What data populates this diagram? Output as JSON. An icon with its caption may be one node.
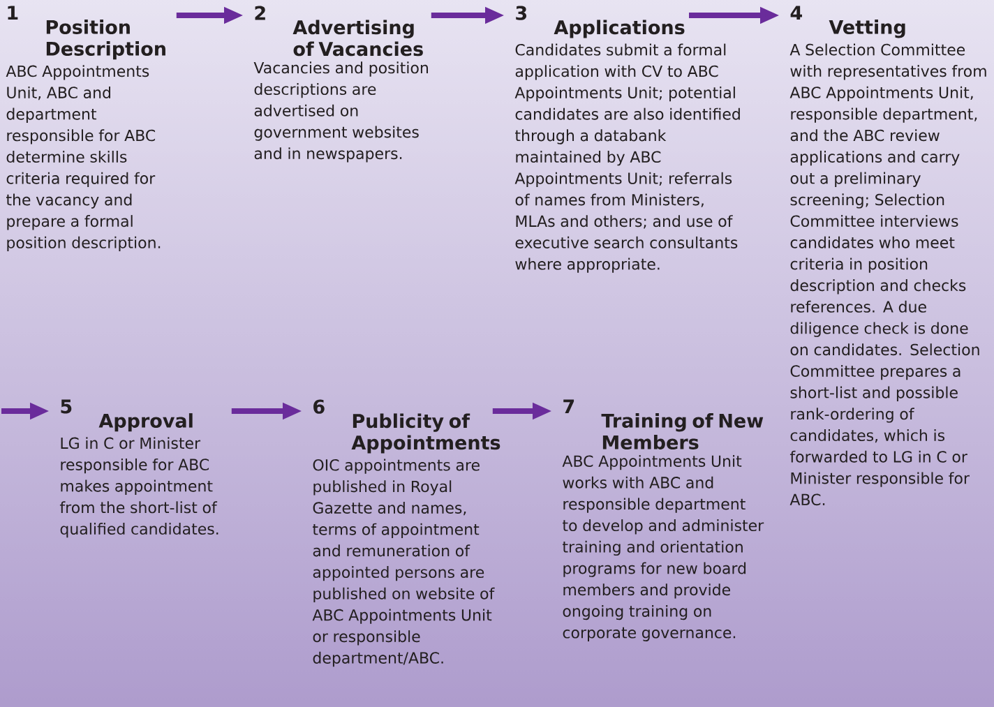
{
  "diagram": {
    "nodes": [
      {
        "text": [
          "1",
          "Position Description",
          "ABC Appointments Unit, ABC and department responsible for ABC determine skills criteria required for the vacancy and prepare a formal position description."
        ]
      },
      {
        "text": [
          "2",
          "Advertising of Vacancies",
          "Vacancies and position descriptions are advertised on government websites and in newspapers."
        ]
      },
      {
        "text": [
          "3",
          "Applications",
          "Candidates submit a formal application with CV to ABC Appointments Unit; potential candidates are also identified through a databank maintained by ABC Appointments Unit; referrals of names from Ministers, MLAs and others; and use of executive search consultants where appropriate."
        ]
      },
      {
        "text": [
          "4",
          "Vetting",
          "A Selection Committee with representatives from ABC Appointments Unit, responsible department, and the ABC review applications and carry out a preliminary screening; Selection Committee interviews candidates who meet criteria in position description and checks references. A due diligence check is done on candidates. Selection Committee prepares a short-list and possible rank-ordering of candidates, which is forwarded to LG in C or Minister responsible for ABC."
        ]
      },
      {
        "text": [
          "5",
          "Approval",
          "LG in C or Minister responsible for ABC makes appointment from the short-list of qualified candidates."
        ]
      },
      {
        "text": [
          "6",
          "Publicity of Appointments",
          "OIC appointments are published in Royal Gazette and names, terms of appointment and remuneration of appointed persons are published on website of ABC Appointments Unit or responsible department/ABC."
        ]
      },
      {
        "text": [
          "7",
          "Training of New Members",
          "ABC Appointments Unit works with ABC and responsible department to develop and administer training and orientation programs for new board members and provide ongoing training on corporate governance."
        ]
      }
    ],
    "edges": [
      {
        "from": 0,
        "to": 1,
        "arrow": "to"
      },
      {
        "from": 1,
        "to": 2,
        "arrow": "to"
      },
      {
        "from": 2,
        "to": 3,
        "arrow": "to"
      },
      {
        "from": null,
        "to": 4,
        "arrow": "to"
      },
      {
        "from": 4,
        "to": 5,
        "arrow": "to"
      },
      {
        "from": 5,
        "to": 6,
        "arrow": "to"
      }
    ]
  }
}
